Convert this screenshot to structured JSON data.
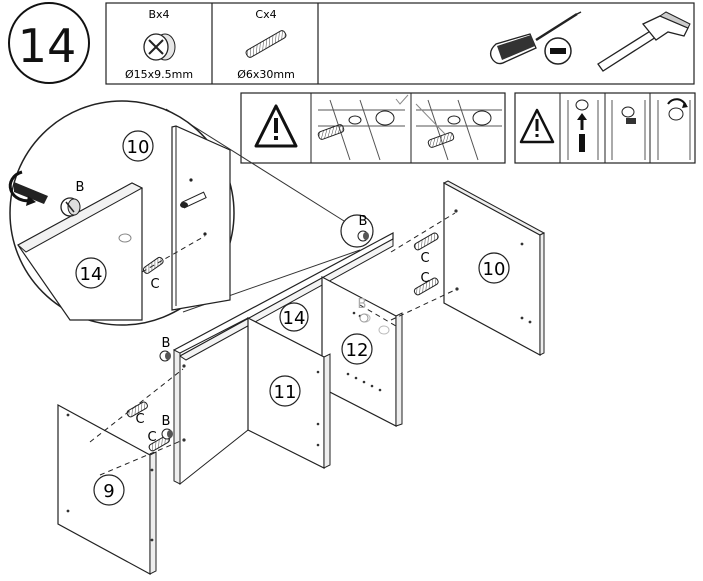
{
  "step": {
    "number": "14"
  },
  "parts": {
    "items": [
      {
        "code": "Bx4",
        "size": "Ø15x9.5mm",
        "icon": "cam-lock-icon"
      },
      {
        "code": "Cx4",
        "size": "Ø6x30mm",
        "icon": "wooden-dowel-icon"
      }
    ],
    "tools": [
      {
        "icon": "screwdriver-icon"
      },
      {
        "icon": "no-symbol-icon"
      },
      {
        "icon": "hammer-icon"
      }
    ]
  },
  "callouts": {
    "detail_panel_top": "10",
    "detail_panel_bottom": "14",
    "detail_cam": "B",
    "detail_dowel": "C",
    "panel_top": "14",
    "panel_left_divider": "11",
    "panel_right_divider": "12",
    "panel_right_side": "10",
    "panel_left_side": "9",
    "label_b": "B",
    "label_c": "C"
  }
}
